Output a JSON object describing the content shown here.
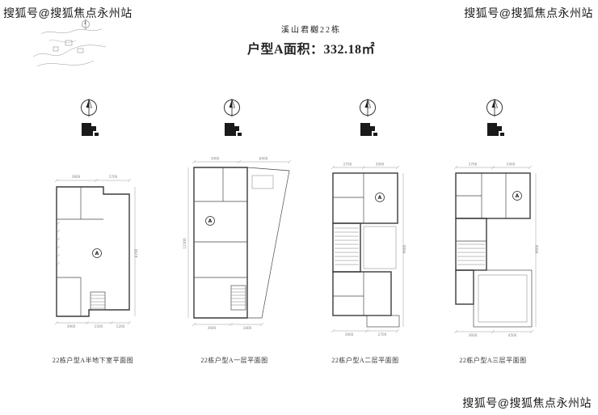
{
  "watermarks": {
    "top_left": "搜狐号@搜狐焦点永州站",
    "top_right": "搜狐号@搜狐焦点永州站",
    "bottom_right": "搜狐号@搜狐焦点永州站"
  },
  "header": {
    "project": "溪山君樾22栋",
    "area": "户型A面积：332.18㎡"
  },
  "plans": [
    {
      "caption": "22栋户型A半地下室平面图",
      "unit_label": "A",
      "dims": {
        "top": [
          "3900",
          "2700"
        ],
        "bottom": [
          "3900",
          "1500",
          "1200"
        ],
        "side": "8700"
      }
    },
    {
      "caption": "22栋户型A一层平面图",
      "unit_label": "A",
      "dims": {
        "top": [
          "3900",
          "6000"
        ],
        "bottom": [
          "3900",
          "1800"
        ],
        "side": "12300"
      }
    },
    {
      "caption": "22栋户型A二层平面图",
      "unit_label": "A",
      "dims": {
        "top": [
          "2700",
          "3900"
        ],
        "bottom": [
          "3900",
          "2700"
        ],
        "side": "9600"
      }
    },
    {
      "caption": "22栋户型A三层平面图",
      "unit_label": "A",
      "dims": {
        "top": [
          "2700",
          "2400"
        ],
        "bottom": [
          "3600",
          "4500"
        ],
        "side": "9600"
      }
    }
  ]
}
